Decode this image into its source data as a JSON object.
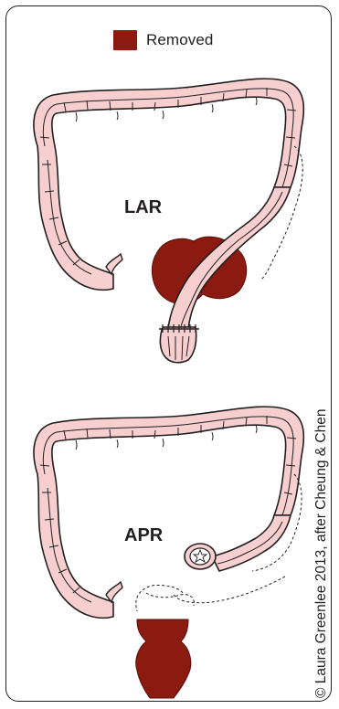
{
  "legend": {
    "label": "Removed",
    "color": "#8b1a10"
  },
  "diagrams": [
    {
      "label": "LAR"
    },
    {
      "label": "APR"
    }
  ],
  "credit": "© Laura Greenlee 2013, after Cheung & Chen",
  "colors": {
    "colon_fill": "#f7cfcf",
    "outline": "#231f20",
    "removed": "#8b1a10"
  }
}
